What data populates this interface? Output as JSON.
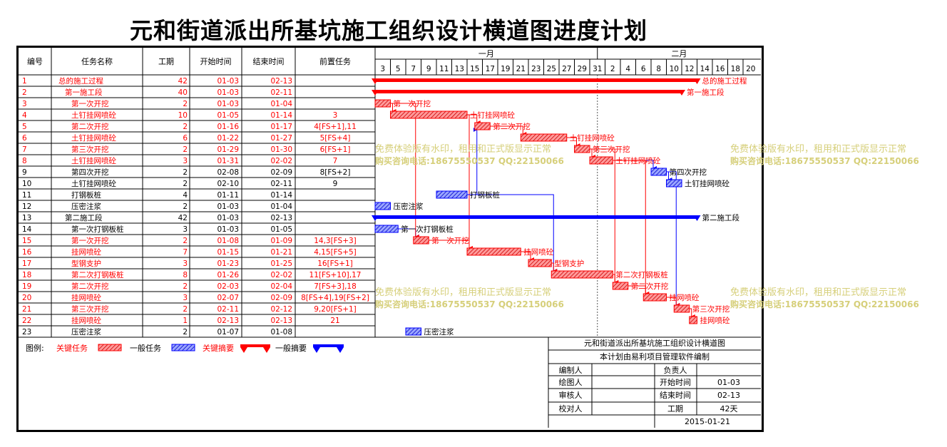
{
  "title": "元和街道派出所基坑施工组织设计横道图进度计划",
  "columns": {
    "id": "编号",
    "name": "任务名称",
    "duration": "工期",
    "start": "开始时间",
    "end": "结束时间",
    "pred": "前置任务"
  },
  "months": [
    "一月",
    "二月"
  ],
  "day_ticks": [
    "3",
    "5",
    "7",
    "9",
    "11",
    "13",
    "15",
    "17",
    "19",
    "21",
    "23",
    "25",
    "27",
    "29",
    "31",
    "2",
    "4",
    "6",
    "8",
    "10",
    "12",
    "14",
    "16",
    "18",
    "20"
  ],
  "chart_data": {
    "type": "gantt",
    "time_axis": {
      "start": "01-03",
      "end": "02-21",
      "months": [
        "一月",
        "二月"
      ]
    },
    "tasks": [
      {
        "id": "1",
        "name": "总的施工过程",
        "duration": "42",
        "start": "01-03",
        "end": "02-13",
        "pred": "",
        "level": 0,
        "kind": "summary",
        "critical": true,
        "bar_label": "总的施工过程"
      },
      {
        "id": "2",
        "name": "第一施工段",
        "duration": "40",
        "start": "01-03",
        "end": "02-11",
        "pred": "",
        "level": 1,
        "kind": "summary",
        "critical": true,
        "bar_label": "第一施工段"
      },
      {
        "id": "3",
        "name": "第一次开挖",
        "duration": "2",
        "start": "01-03",
        "end": "01-04",
        "pred": "",
        "level": 2,
        "kind": "task",
        "critical": true,
        "bar_label": "第一次开挖"
      },
      {
        "id": "4",
        "name": "土钉挂网喷砼",
        "duration": "10",
        "start": "01-05",
        "end": "01-14",
        "pred": "3",
        "level": 2,
        "kind": "task",
        "critical": true,
        "bar_label": "土钉挂网喷砼"
      },
      {
        "id": "5",
        "name": "第二次开挖",
        "duration": "2",
        "start": "01-16",
        "end": "01-17",
        "pred": "4[FS+1],11",
        "level": 2,
        "kind": "task",
        "critical": true,
        "bar_label": "第二次开挖"
      },
      {
        "id": "6",
        "name": "土钉挂网喷砼",
        "duration": "6",
        "start": "01-22",
        "end": "01-27",
        "pred": "5[FS+4]",
        "level": 2,
        "kind": "task",
        "critical": true,
        "bar_label": "土钉挂网喷砼"
      },
      {
        "id": "7",
        "name": "第三次开挖",
        "duration": "2",
        "start": "01-29",
        "end": "01-30",
        "pred": "6[FS+1]",
        "level": 2,
        "kind": "task",
        "critical": true,
        "bar_label": "第三次开挖"
      },
      {
        "id": "8",
        "name": "土钉挂网喷砼",
        "duration": "3",
        "start": "01-31",
        "end": "02-02",
        "pred": "7",
        "level": 2,
        "kind": "task",
        "critical": true,
        "bar_label": "土钉挂网喷砼"
      },
      {
        "id": "9",
        "name": "第四次开挖",
        "duration": "2",
        "start": "02-08",
        "end": "02-09",
        "pred": "8[FS+2]",
        "level": 2,
        "kind": "task",
        "critical": false,
        "bar_label": "第四次开挖"
      },
      {
        "id": "10",
        "name": "土钉挂网喷砼",
        "duration": "2",
        "start": "02-10",
        "end": "02-11",
        "pred": "9",
        "level": 2,
        "kind": "task",
        "critical": false,
        "bar_label": "土钉挂网喷砼"
      },
      {
        "id": "11",
        "name": "打钢板桩",
        "duration": "4",
        "start": "01-11",
        "end": "01-14",
        "pred": "",
        "level": 2,
        "kind": "task",
        "critical": false,
        "bar_label": "打钢板桩"
      },
      {
        "id": "12",
        "name": "压密注浆",
        "duration": "2",
        "start": "01-03",
        "end": "01-04",
        "pred": "",
        "level": 2,
        "kind": "task",
        "critical": false,
        "bar_label": "压密注浆"
      },
      {
        "id": "13",
        "name": "第二施工段",
        "duration": "42",
        "start": "01-03",
        "end": "02-13",
        "pred": "",
        "level": 1,
        "kind": "summary",
        "critical": false,
        "bar_label": "第二施工段"
      },
      {
        "id": "14",
        "name": "第一次打钢板桩",
        "duration": "3",
        "start": "01-03",
        "end": "01-05",
        "pred": "",
        "level": 2,
        "kind": "task",
        "critical": false,
        "bar_label": "第一次打钢板桩"
      },
      {
        "id": "15",
        "name": "第一次开挖",
        "duration": "2",
        "start": "01-08",
        "end": "01-09",
        "pred": "14,3[FS+3]",
        "level": 2,
        "kind": "task",
        "critical": true,
        "bar_label": "第一次开挖"
      },
      {
        "id": "16",
        "name": "挂网喷砼",
        "duration": "7",
        "start": "01-15",
        "end": "01-21",
        "pred": "4,15[FS+5]",
        "level": 2,
        "kind": "task",
        "critical": true,
        "bar_label": "挂网喷砼"
      },
      {
        "id": "17",
        "name": "型钢支护",
        "duration": "3",
        "start": "01-23",
        "end": "01-25",
        "pred": "16[FS+1]",
        "level": 2,
        "kind": "task",
        "critical": true,
        "bar_label": "型钢支护"
      },
      {
        "id": "18",
        "name": "第二次打钢板桩",
        "duration": "8",
        "start": "01-26",
        "end": "02-02",
        "pred": "11[FS+10],17",
        "level": 2,
        "kind": "task",
        "critical": true,
        "bar_label": "第二次打钢板桩"
      },
      {
        "id": "19",
        "name": "第二次开挖",
        "duration": "2",
        "start": "02-03",
        "end": "02-04",
        "pred": "7[FS+3],18",
        "level": 2,
        "kind": "task",
        "critical": true,
        "bar_label": "第二次开挖"
      },
      {
        "id": "20",
        "name": "挂网喷砼",
        "duration": "3",
        "start": "02-07",
        "end": "02-09",
        "pred": "8[FS+4],19[FS+2]",
        "level": 2,
        "kind": "task",
        "critical": true,
        "bar_label": "挂网喷砼"
      },
      {
        "id": "21",
        "name": "第三次开挖",
        "duration": "2",
        "start": "02-11",
        "end": "02-12",
        "pred": "9,20[FS+1]",
        "level": 2,
        "kind": "task",
        "critical": true,
        "bar_label": "第三次开挖"
      },
      {
        "id": "22",
        "name": "挂网喷砼",
        "duration": "1",
        "start": "02-13",
        "end": "02-13",
        "pred": "21",
        "level": 2,
        "kind": "task",
        "critical": true,
        "bar_label": "挂网喷砼"
      },
      {
        "id": "23",
        "name": "压密注浆",
        "duration": "2",
        "start": "01-07",
        "end": "01-08",
        "pred": "",
        "level": 2,
        "kind": "task",
        "critical": false,
        "bar_label": "压密注浆"
      }
    ],
    "links": [
      [
        "3",
        "4"
      ],
      [
        "4",
        "5"
      ],
      [
        "11",
        "5"
      ],
      [
        "5",
        "6"
      ],
      [
        "6",
        "7"
      ],
      [
        "7",
        "8"
      ],
      [
        "8",
        "9"
      ],
      [
        "9",
        "10"
      ],
      [
        "14",
        "15"
      ],
      [
        "3",
        "15"
      ],
      [
        "4",
        "16"
      ],
      [
        "15",
        "16"
      ],
      [
        "16",
        "17"
      ],
      [
        "11",
        "18"
      ],
      [
        "17",
        "18"
      ],
      [
        "7",
        "19"
      ],
      [
        "18",
        "19"
      ],
      [
        "8",
        "20"
      ],
      [
        "19",
        "20"
      ],
      [
        "9",
        "21"
      ],
      [
        "20",
        "21"
      ],
      [
        "21",
        "22"
      ]
    ],
    "colors": {
      "critical": "#ff0000",
      "normal": "#0000ff",
      "grid": "#000000"
    }
  },
  "legend": {
    "label": "图例:",
    "critical_task": "关键任务",
    "normal_task": "一般任务",
    "critical_summary": "关键摘要",
    "normal_summary": "一般摘要"
  },
  "info_box": {
    "title": "元和街道派出所基坑施工组织设计横道图",
    "subtitle": "本计划由易利项目管理软件编制",
    "rows": [
      [
        "编制人",
        "",
        "负责人",
        ""
      ],
      [
        "绘图人",
        "",
        "开始时间",
        "01-03"
      ],
      [
        "审核人",
        "",
        "结束时间",
        "02-13"
      ],
      [
        "校对人",
        "",
        "工期",
        "42天"
      ]
    ],
    "date": "2015-01-21"
  },
  "watermark": {
    "line1": "免费体验版有水印，租用和正式版显示正常",
    "line2": "购买咨询电话:18675550537 QQ:22150066"
  }
}
